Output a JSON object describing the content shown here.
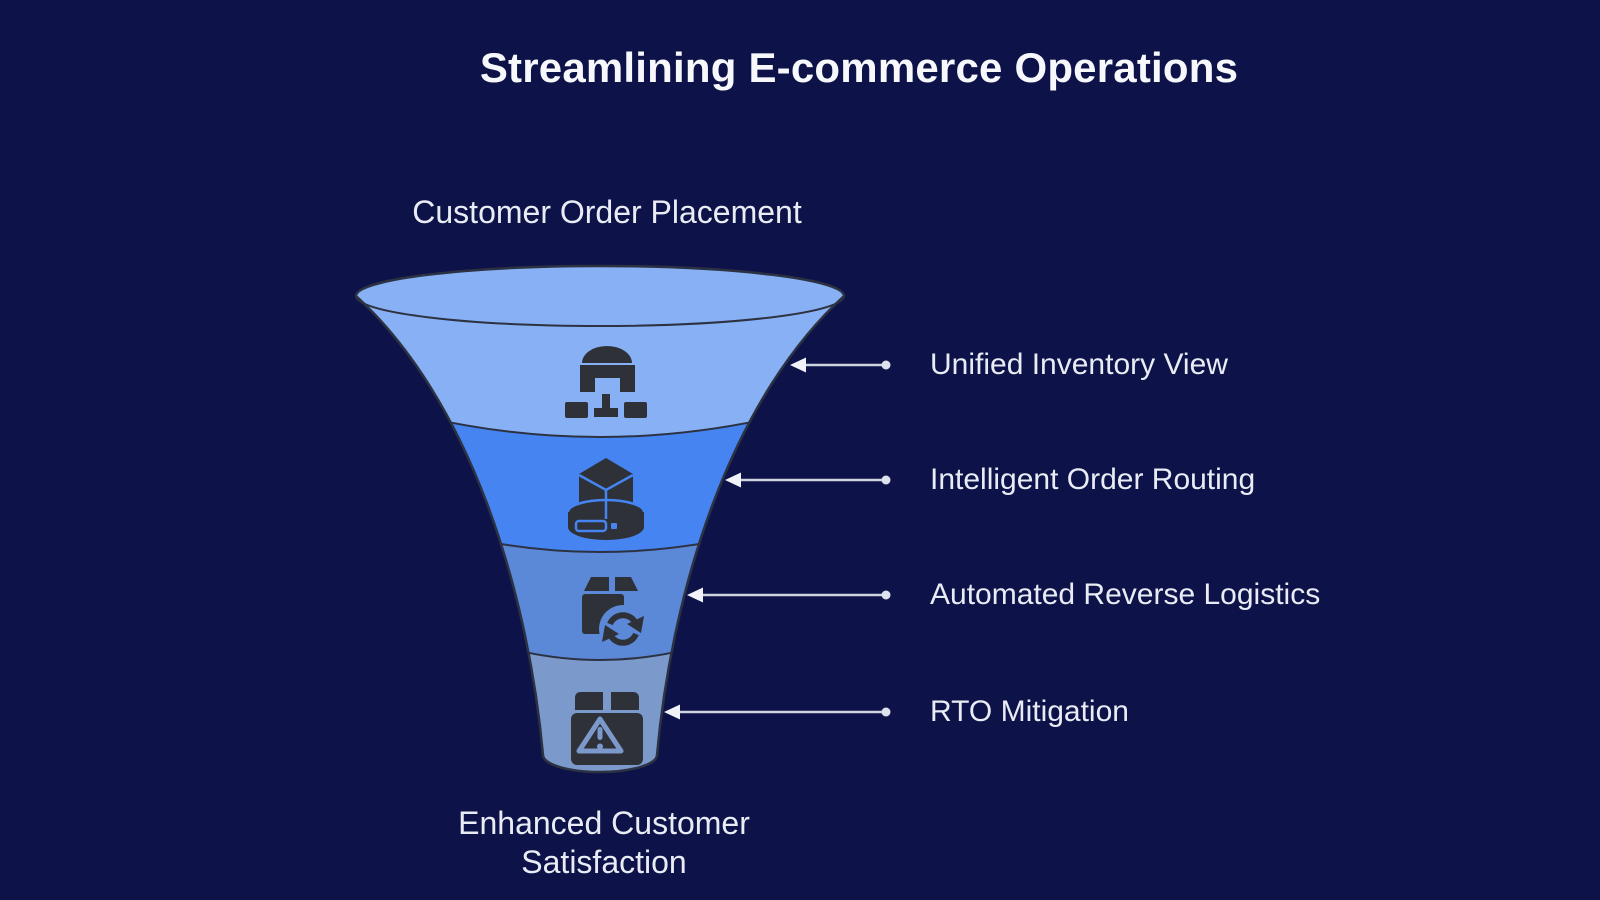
{
  "background_color": "#0d1349",
  "title": {
    "text": "Streamlining E-commerce Operations",
    "color": "#f7f8fc"
  },
  "funnel": {
    "top_label": "Customer Order Placement",
    "bottom_label": "Enhanced Customer Satisfaction",
    "outline_color": "#2c3242",
    "icon_color": "#2e3238",
    "label_color": "#e9ecf4",
    "stages": [
      {
        "label": "Unified Inventory View",
        "icon": "store-network-icon",
        "fill": "#88b1f5"
      },
      {
        "label": "Intelligent Order Routing",
        "icon": "cube-platform-icon",
        "fill": "#4584f1"
      },
      {
        "label": "Automated Reverse Logistics",
        "icon": "package-sync-icon",
        "fill": "#5c88d8"
      },
      {
        "label": "RTO Mitigation",
        "icon": "package-warning-icon",
        "fill": "#7b99cb"
      }
    ]
  },
  "connectors": {
    "line_color": "#cdd3df",
    "arrowhead_color": "#f0f2f7",
    "dot_color": "#dde2ec"
  }
}
